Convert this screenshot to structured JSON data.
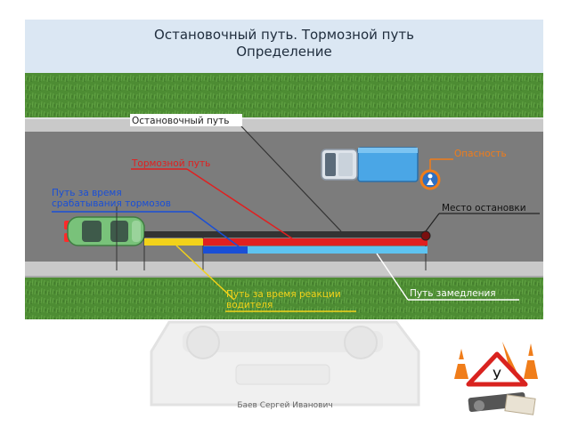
{
  "slide": {
    "title_line1": "Остановочный путь. Тормозной путь",
    "title_line2": "Определение",
    "footer": "Баев Сергей Иванович"
  },
  "labels": {
    "stopping_path": "Остановочный путь",
    "braking_path": "Тормозной путь",
    "brake_response_line1": "Путь за время",
    "brake_response_line2": "срабатывания тормозов",
    "danger": "Опасность",
    "stop_place": "Место остановки",
    "reaction_line1": "Путь за время реакции",
    "reaction_line2": "водителя",
    "deceleration": "Путь замедления"
  },
  "colors": {
    "header_bg": "#dbe7f3",
    "grass": "#4d8c33",
    "road": "#7c7c7c",
    "curb": "#c9c9c9",
    "stopping": "#3a3a3a",
    "braking": "#e02020",
    "brake_response": "#1a4fd6",
    "reaction": "#f2d21a",
    "deceleration": "#5ec3f0",
    "danger": "#f07d1a"
  },
  "logo": {
    "sign_letter": "У"
  }
}
